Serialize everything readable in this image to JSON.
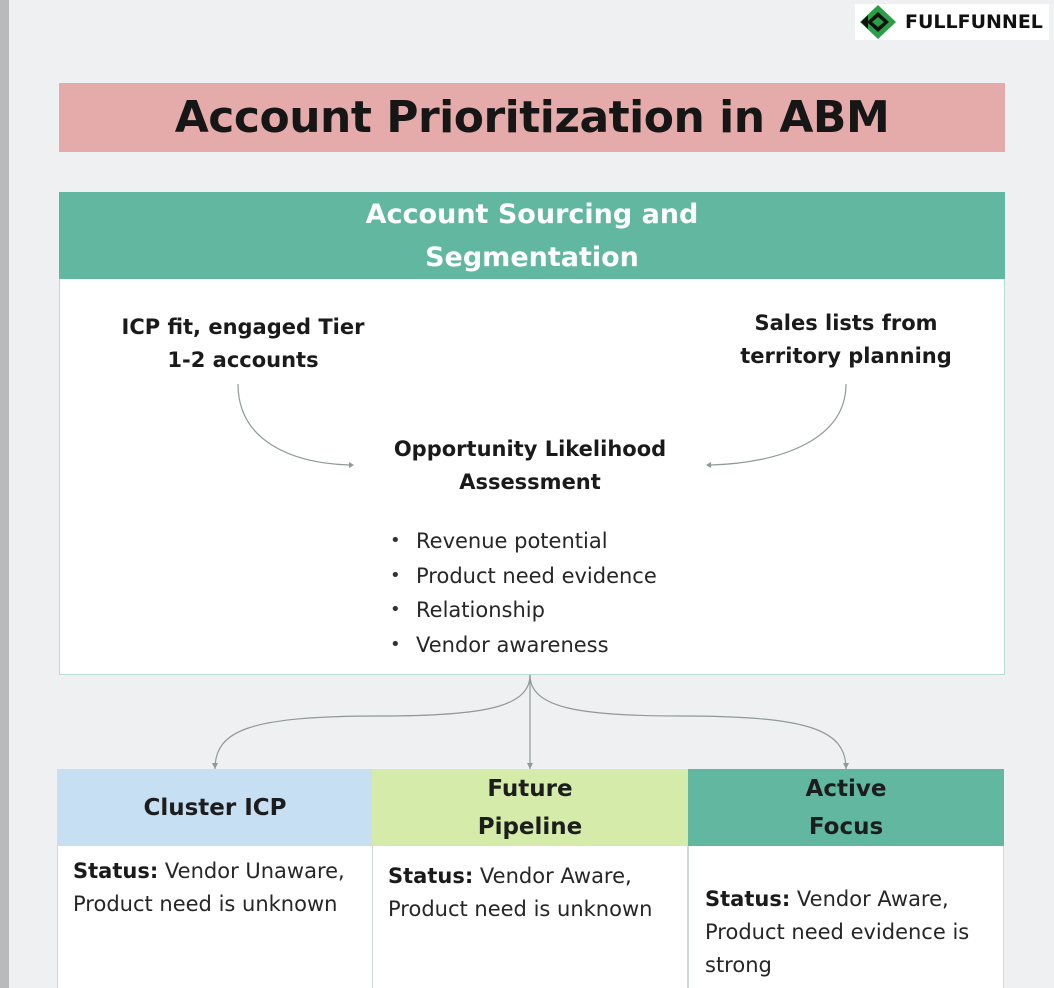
{
  "brand": {
    "name": "FULLFUNNEL",
    "logo_icon": "fullfunnel-logo-icon"
  },
  "title": "Account Prioritization in ABM",
  "sourcing": {
    "heading": "Account Sourcing and Segmentation",
    "left_source": "ICP fit, engaged Tier 1-2 accounts",
    "right_source": "Sales lists from territory planning",
    "assessment_title": "Opportunity Likelihood Assessment",
    "criteria": [
      "Revenue potential",
      "Product need evidence",
      "Relationship",
      "Vendor awareness"
    ]
  },
  "tiers": [
    {
      "heading": "Cluster ICP",
      "status_label": "Status:",
      "status_text": "Vendor Unaware, Product need is unknown",
      "color": "#c7dff3"
    },
    {
      "heading": "Future Pipeline",
      "status_label": "Status:",
      "status_text": "Vendor Aware, Product need is unknown",
      "color": "#d4ebaa"
    },
    {
      "heading": "Active Focus",
      "status_label": "Status:",
      "status_text": "Vendor Aware, Product need evidence is strong",
      "color": "#62b7a1"
    }
  ],
  "colors": {
    "title_bg": "#e5abab",
    "section_head_bg": "#62b7a1",
    "page_bg": "#eef0f1"
  }
}
